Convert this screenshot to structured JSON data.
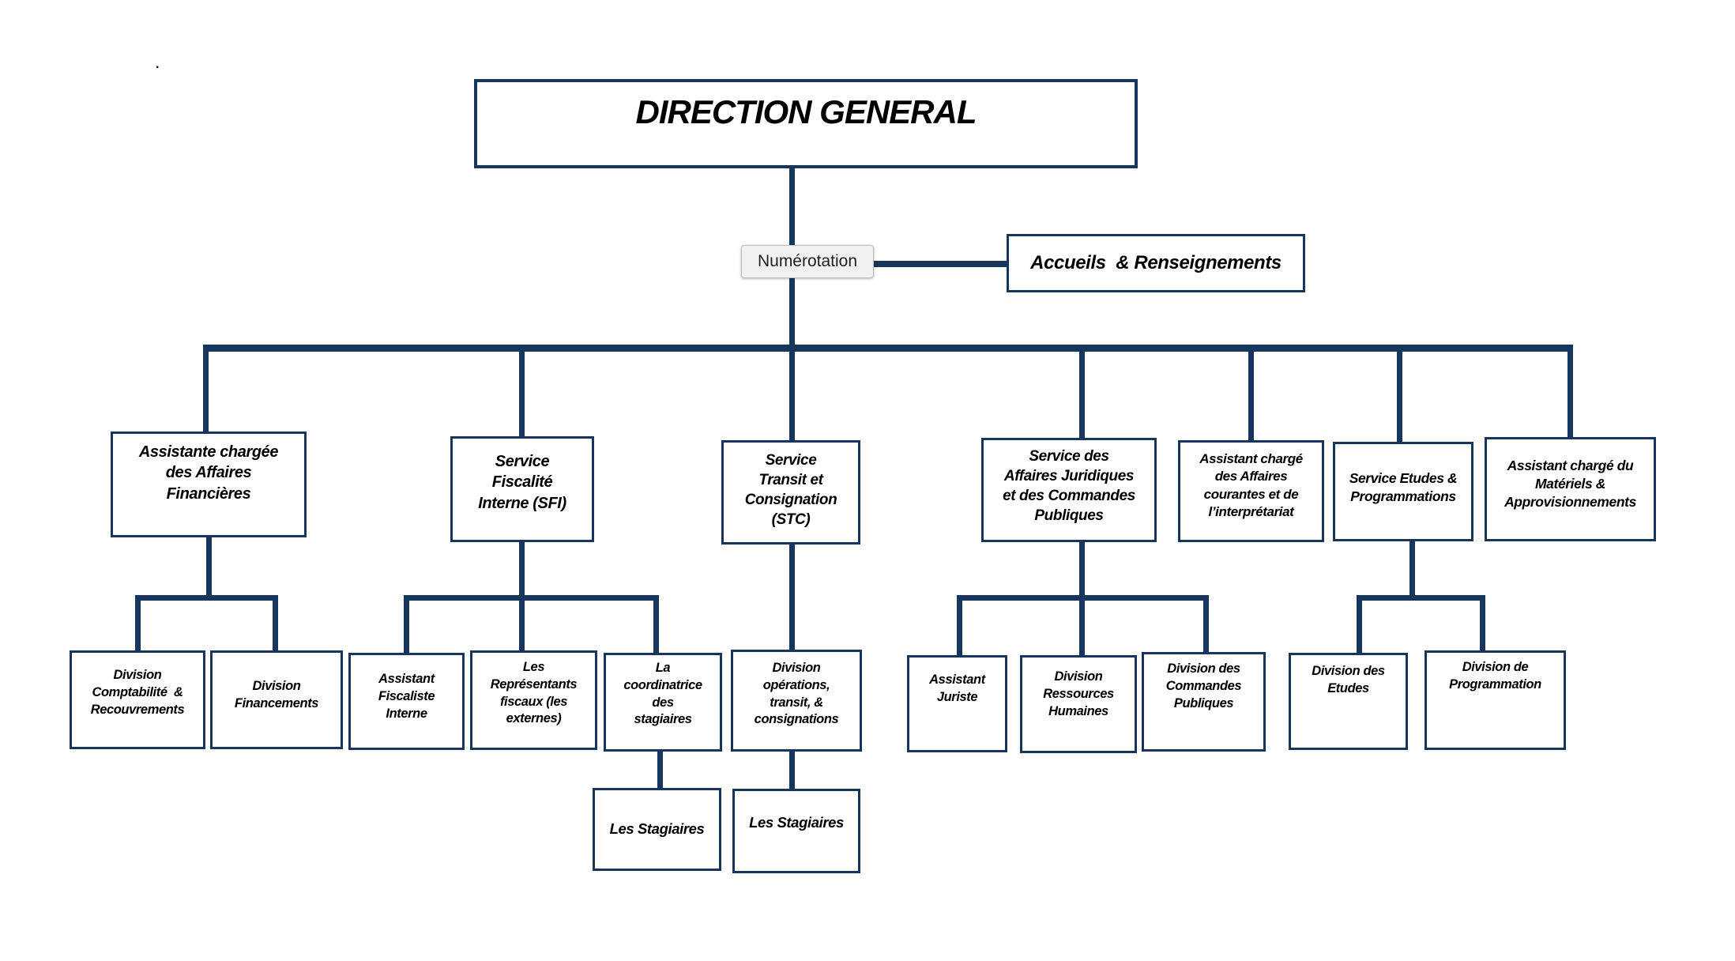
{
  "colors": {
    "connector_navy": "#17365d",
    "box_border_navy": "#17365d",
    "text_black": "#000000",
    "tooltip_background": "#f1f1f1",
    "page_background": "#ffffff"
  },
  "tooltip": {
    "label": "Numérotation"
  },
  "artifacts": {
    "stray_mark": "."
  },
  "nodes": {
    "title": {
      "label": "DIRECTION GENERAL"
    },
    "accueils": {
      "label": "Accueils  & Renseignements"
    },
    "assistante_financieres": {
      "label": "Assistante chargée\ndes Affaires\nFinancières"
    },
    "sfi": {
      "label": "Service\nFiscalité\nInterne (SFI)"
    },
    "stc": {
      "label": "Service\nTransit et\nConsignation\n(STC)"
    },
    "juridiques": {
      "label": "Service des\nAffaires Juridiques\net des Commandes\nPubliques"
    },
    "courantes": {
      "label": "Assistant chargé\ndes Affaires\ncourantes et de\nl’interprétariat"
    },
    "etudes_prog": {
      "label": "Service Etudes &\nProgrammations"
    },
    "materiels": {
      "label": "Assistant chargé du\nMatériels &\nApprovisionnements"
    },
    "div_comptabilite": {
      "label": "Division\nComptabilité  &\nRecouvrements"
    },
    "div_financements": {
      "label": "Division\nFinancements"
    },
    "fiscaliste": {
      "label": "Assistant\nFiscaliste\nInterne"
    },
    "representants": {
      "label": "Les\nReprésentants\nfiscaux (les\nexternes)"
    },
    "coordinatrice": {
      "label": "La\ncoordinatrice\ndes\nstagiaires"
    },
    "div_operations": {
      "label": "Division\nopérations,\ntransit, &\nconsignations"
    },
    "juriste": {
      "label": "Assistant\nJuriste"
    },
    "div_rh": {
      "label": "Division\nRessources\nHumaines"
    },
    "div_commandes": {
      "label": "Division des\nCommandes\nPubliques"
    },
    "div_etudes": {
      "label": "Division des\nEtudes"
    },
    "div_programmation": {
      "label": "Division de\nProgrammation"
    },
    "stagiaires_1": {
      "label": "Les Stagiaires"
    },
    "stagiaires_2": {
      "label": "Les Stagiaires"
    }
  },
  "edges": [
    {
      "from": "title",
      "to": "accueils"
    },
    {
      "from": "title",
      "to": "assistante_financieres"
    },
    {
      "from": "title",
      "to": "sfi"
    },
    {
      "from": "title",
      "to": "stc"
    },
    {
      "from": "title",
      "to": "juridiques"
    },
    {
      "from": "title",
      "to": "courantes"
    },
    {
      "from": "title",
      "to": "etudes_prog"
    },
    {
      "from": "title",
      "to": "materiels"
    },
    {
      "from": "assistante_financieres",
      "to": "div_comptabilite"
    },
    {
      "from": "assistante_financieres",
      "to": "div_financements"
    },
    {
      "from": "sfi",
      "to": "fiscaliste"
    },
    {
      "from": "sfi",
      "to": "representants"
    },
    {
      "from": "sfi",
      "to": "coordinatrice"
    },
    {
      "from": "stc",
      "to": "div_operations"
    },
    {
      "from": "juridiques",
      "to": "juriste"
    },
    {
      "from": "juridiques",
      "to": "div_rh"
    },
    {
      "from": "juridiques",
      "to": "div_commandes"
    },
    {
      "from": "etudes_prog",
      "to": "div_etudes"
    },
    {
      "from": "etudes_prog",
      "to": "div_programmation"
    },
    {
      "from": "coordinatrice",
      "to": "stagiaires_1"
    },
    {
      "from": "div_operations",
      "to": "stagiaires_2"
    }
  ]
}
